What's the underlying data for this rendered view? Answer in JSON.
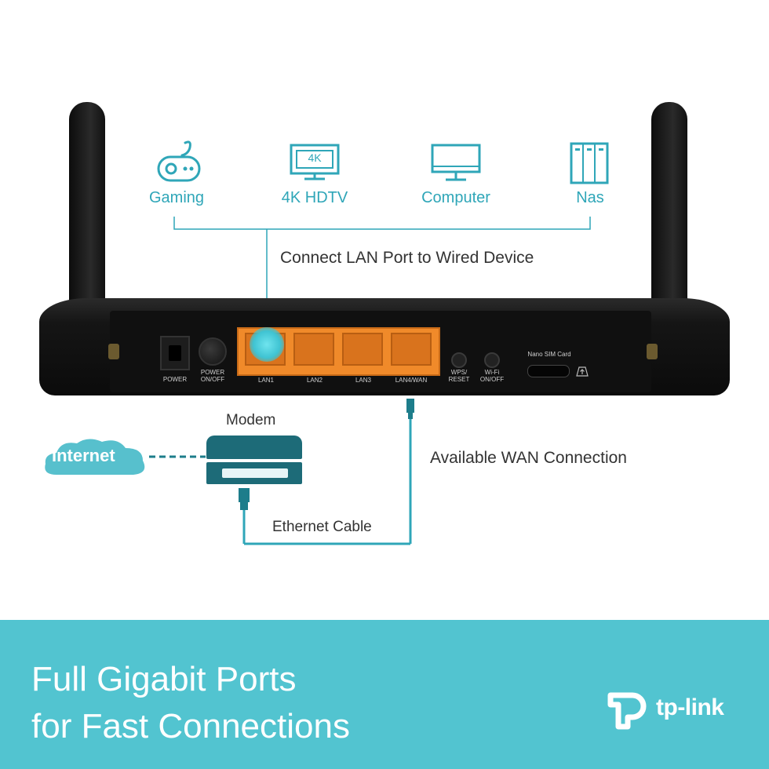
{
  "devices": [
    {
      "label": "Gaming",
      "icon": "gamepad-icon"
    },
    {
      "label": "4K HDTV",
      "icon": "tv-icon",
      "screen_text": "4K"
    },
    {
      "label": "Computer",
      "icon": "monitor-icon"
    },
    {
      "label": "Nas",
      "icon": "nas-icon"
    }
  ],
  "captions": {
    "lan": "Connect LAN Port to Wired Device",
    "wan": "Available WAN Connection",
    "cable": "Ethernet Cable",
    "modem": "Modem",
    "internet": "Internet"
  },
  "router_labels": {
    "power": "POWER",
    "power_switch": [
      "POWER",
      "ON/OFF"
    ],
    "lan1": "LAN1",
    "lan2": "LAN2",
    "lan3": "LAN3",
    "lan4": "LAN4/WAN",
    "wps": [
      "WPS/",
      "RESET"
    ],
    "wifi": [
      "Wi-Fi",
      "ON/OFF"
    ],
    "sim": "Nano SIM Card"
  },
  "banner": {
    "line1": "Full Gigabit Ports",
    "line2": "for Fast Connections",
    "brand": "tp-link"
  },
  "colors": {
    "accent": "#2fa6b8",
    "banner": "#52c4d0",
    "port": "#f08a2a",
    "router": "#1b1b1b"
  }
}
